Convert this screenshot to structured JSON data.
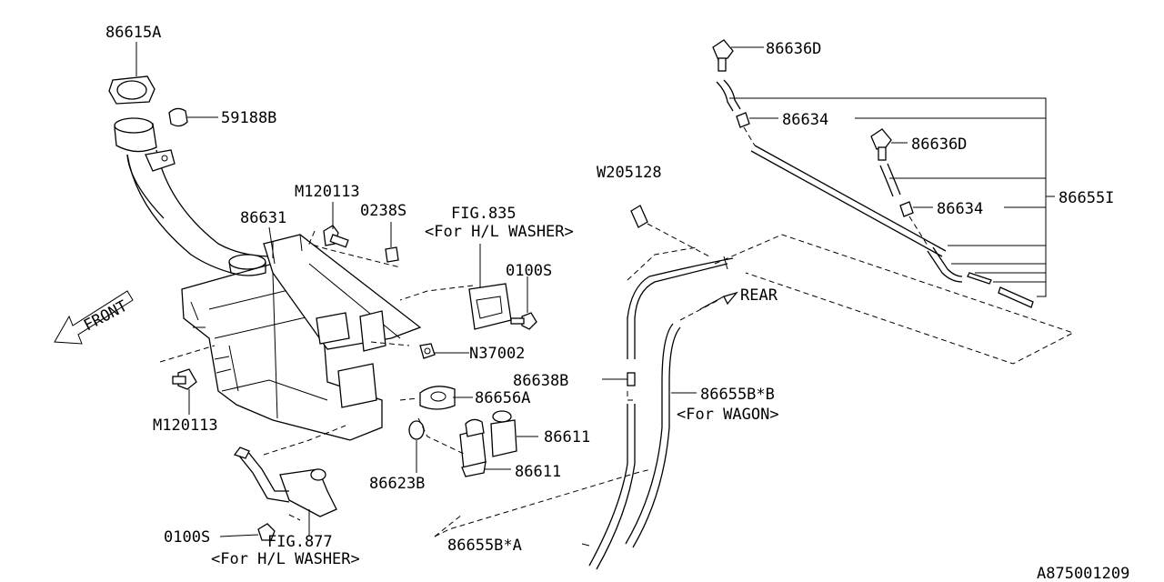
{
  "diagram_id": "A875001209",
  "labels": {
    "p86615A": "86615A",
    "p59188B": "59188B",
    "p86631": "86631",
    "pM120113_top": "M120113",
    "p0238S": "0238S",
    "fig835": "FIG.835",
    "fig835_note": "<For H/L WASHER>",
    "p0100S_top": "0100S",
    "pN37002": "N37002",
    "p86656A": "86656A",
    "pM120113_bottom": "M120113",
    "p86623B": "86623B",
    "p86611_a": "86611",
    "p86611_b": "86611",
    "p0100S_bottom": "0100S",
    "fig877": "FIG.877",
    "fig877_note": "<For H/L WASHER>",
    "pW205128": "W205128",
    "p86638B": "86638B",
    "p86655BB": "86655B*B",
    "wagon_note": "<For WAGON>",
    "p86655BA": "86655B*A",
    "rear": "REAR",
    "front": "FRONT",
    "p86636D_top": "86636D",
    "p86634_top": "86634",
    "p86636D_mid": "86636D",
    "p86634_mid": "86634",
    "p86655I": "86655I"
  }
}
